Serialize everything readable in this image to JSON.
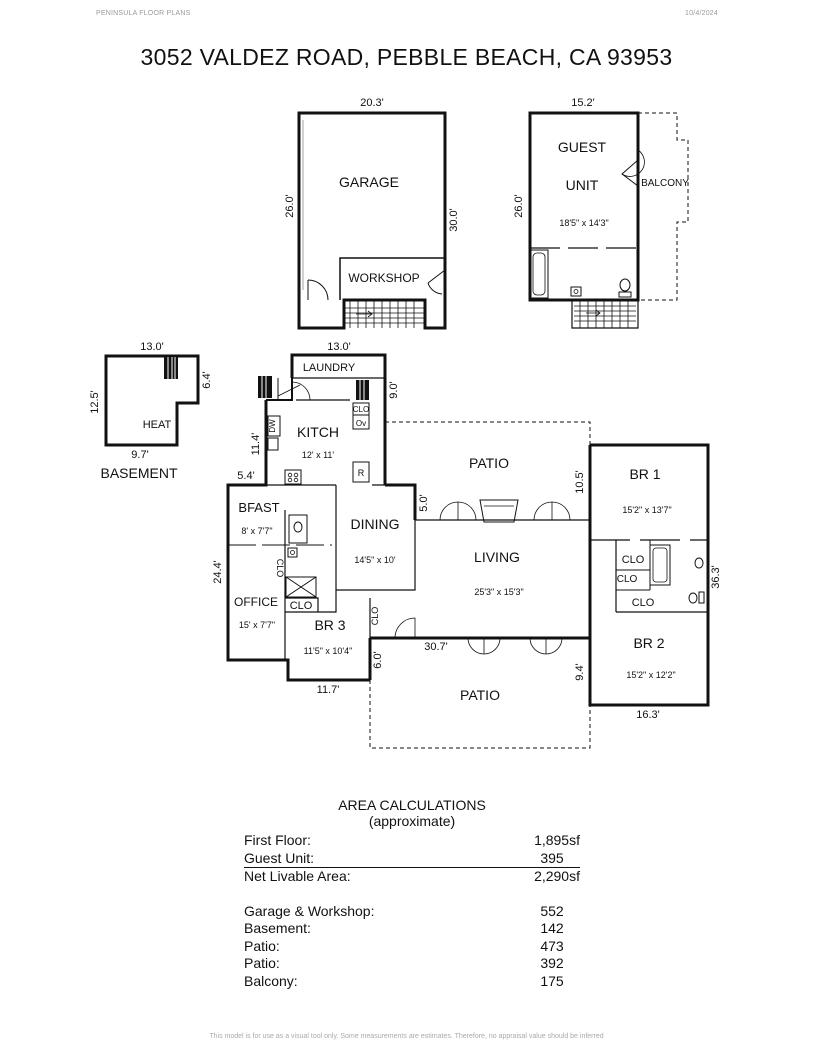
{
  "header": {
    "left": "PENINSULA FLOOR PLANS",
    "right": "10/4/2024"
  },
  "title": "3052 VALDEZ ROAD, PEBBLE BEACH, CA  93953",
  "plan": {
    "garage": {
      "label": "GARAGE",
      "workshop": "WORKSHOP",
      "width": "20.3'",
      "depth_left": "26.0'",
      "depth_right": "30.0'"
    },
    "guest": {
      "label1": "GUEST",
      "label2": "UNIT",
      "size": "18'5\" x 14'3\"",
      "balcony": "BALCONY",
      "width": "15.2'",
      "depth": "26.0'"
    },
    "basement": {
      "label": "BASEMENT",
      "heat": "HEAT",
      "top": "13.0'",
      "left": "12.5'",
      "right": "6.4'",
      "bottom": "9.7'"
    },
    "laundry": {
      "label": "LAUNDRY",
      "top": "13.0'",
      "right": "9.0'"
    },
    "kitchen": {
      "label": "KITCH",
      "size": "12' x 11'",
      "dw": "DW",
      "ov": "Ov",
      "clo": "CLO",
      "r": "R",
      "left": "11.4'",
      "bottom_left": "5.4'"
    },
    "bfast": {
      "label": "BFAST",
      "size": "8' x 7'7\""
    },
    "dining": {
      "label": "DINING",
      "size": "14'5\" x 10'"
    },
    "office": {
      "label": "OFFICE",
      "size": "15' x 7'7\"",
      "clo_v": "CLO",
      "clo": "CLO",
      "height": "24.4'"
    },
    "br3": {
      "label": "BR 3",
      "size": "11'5\" x 10'4\"",
      "clo": "CLO",
      "bottom": "11.7'",
      "right": "6.0'"
    },
    "living": {
      "label": "LIVING",
      "size": "25'3\" x 15'3\"",
      "bottom": "30.7'"
    },
    "patio_top": {
      "label": "PATIO",
      "left": "5.0'",
      "right": "10.5'"
    },
    "patio_bottom": {
      "label": "PATIO"
    },
    "br1": {
      "label": "BR 1",
      "size": "15'2\" x 13'7\""
    },
    "br2": {
      "label": "BR 2",
      "size": "15'2\" x 12'2\"",
      "left": "9.4'",
      "bottom": "16.3'"
    },
    "bath": {
      "clo1": "CLO",
      "clo2": "CLO",
      "clo3": "CLO",
      "right": "36.3'"
    }
  },
  "area": {
    "heading": "AREA CALCULATIONS",
    "subheading": "(approximate)",
    "rows": [
      {
        "label": "First  Floor:",
        "value": "1,895sf"
      },
      {
        "label": "Guest Unit:",
        "value": "395"
      },
      {
        "label": "Net Livable Area:",
        "value": "2,290sf"
      },
      {
        "label": "Garage & Workshop:",
        "value": "552"
      },
      {
        "label": "Basement:",
        "value": "142"
      },
      {
        "label": "Patio:",
        "value": "473"
      },
      {
        "label": "Patio:",
        "value": "392"
      },
      {
        "label": "Balcony:",
        "value": "175"
      }
    ]
  },
  "footer": "This model is for use as a visual tool only. Some measurements are estimates. Therefore, no appraisal value should be inferred"
}
